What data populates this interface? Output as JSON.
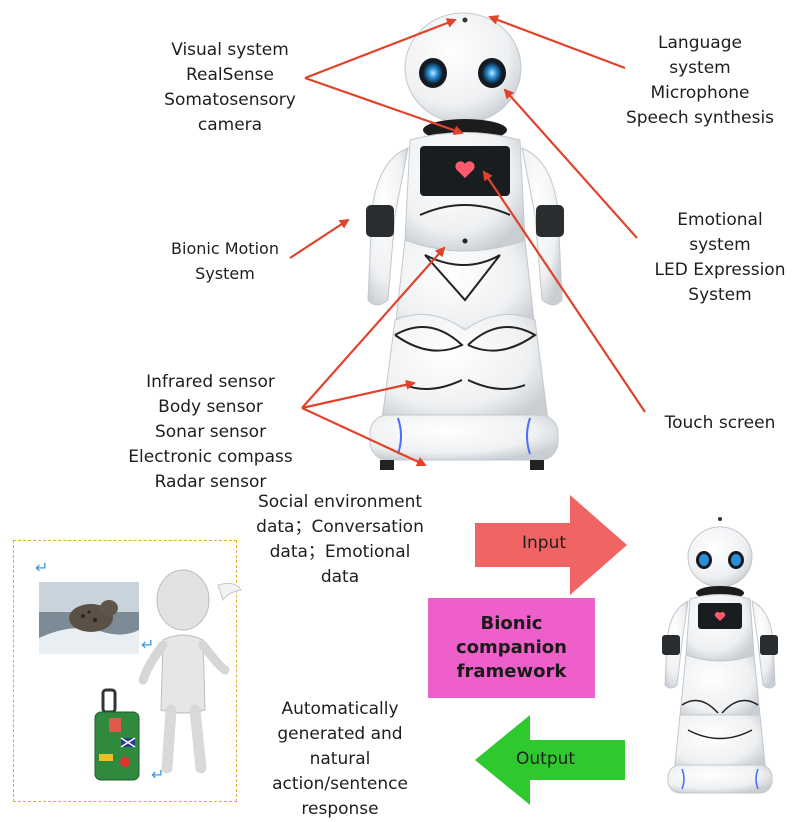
{
  "labels": {
    "visual_system": "Visual system\nRealSense\nSomatosensory\ncamera",
    "language_system": "Language\nsystem\nMicrophone\nSpeech synthesis",
    "emotional_system": "Emotional\nsystem\nLED Expression\nSystem",
    "bionic_motion": "Bionic Motion\nSystem",
    "sensors": "Infrared sensor\nBody sensor\nSonar sensor\nElectronic compass\nRadar sensor",
    "touch_screen": "Touch screen",
    "social_data": "Social environment\ndata；Conversation\ndata；Emotional\ndata",
    "input": "Input",
    "framework": "Bionic\ncompanion\nframework",
    "output": "Output",
    "response": "Automatically\ngenerated and\nnatural\naction/sentence\nresponse"
  },
  "colors": {
    "callout_arrow": "#e0432a",
    "input_arrow": "#f06464",
    "output_arrow": "#2fc92f",
    "framework_bg": "#ee5fc9",
    "frame_border": "#e6a832"
  },
  "icons": {
    "robot_main": "humanoid-robot",
    "robot_small": "humanoid-robot",
    "person": "3d-person-figure",
    "photo": "leopard-photo",
    "suitcase": "travel-suitcase"
  }
}
